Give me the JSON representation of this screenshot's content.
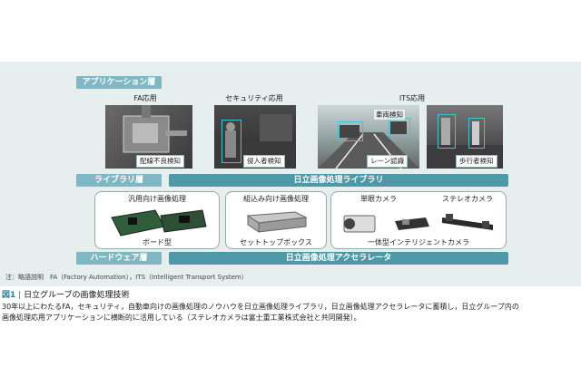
{
  "layers": {
    "application": "アプリケーション層",
    "library": "ライブラリ層",
    "hardware": "ハードウェア層"
  },
  "applications": [
    {
      "title": "FA応用",
      "caption": "配線不良検知"
    },
    {
      "title": "セキュリティ応用",
      "caption": "侵入者検知"
    },
    {
      "title": "ITS応用",
      "caption": "レーン認識",
      "inner_label": "車両検知"
    },
    {
      "title": "",
      "caption": "歩行者検知"
    }
  ],
  "library_bar": "日立画像処理ライブラリ",
  "hardware_groups": [
    {
      "title": "汎用向け画像処理",
      "caption": "ボード型"
    },
    {
      "title": "組込み向け画像処理",
      "caption": "セットトップボックス"
    },
    {
      "subtitles": [
        "単眼カメラ",
        "ステレオカメラ"
      ],
      "caption": "一体型インテリジェントカメラ"
    }
  ],
  "hardware_bar": "日立画像処理アクセラレータ",
  "note": "注：略語説明　FA（Factory Automation），ITS（Intelligent Transport System）",
  "figure": {
    "number": "図1",
    "separator": "|",
    "title": "日立グループの画像処理技術"
  },
  "body_lines": [
    "30年以上にわたるFA，セキュリティ，自動車向けの画像処理のノウハウを日立画像処理ライブラリ，日立画像処理アクセラレータに蓄積し，日立グループ内の",
    "画像処理応用アプリケーションに横断的に活用している（ステレオカメラは富士重工業株式会社と共同開発）。"
  ],
  "colors": {
    "figure_background": "#e6eeee",
    "layer_tag": "#7fb8c4",
    "main_bar": "#4f98a8",
    "detection_box": "#3fc4d4",
    "figure_number": "#2a7fa0"
  }
}
